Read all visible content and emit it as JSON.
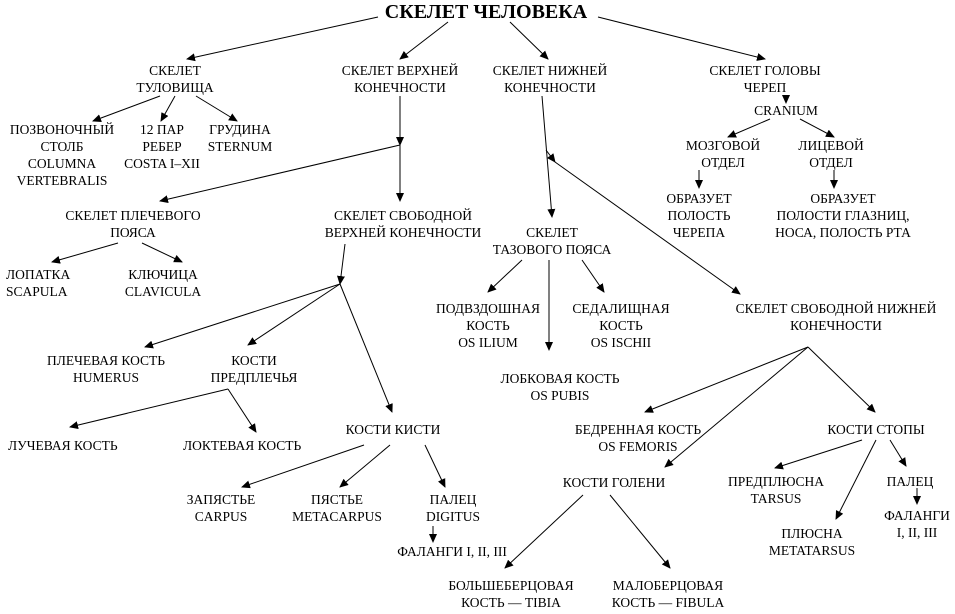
{
  "title": "СКЕЛЕТ ЧЕЛОВЕКА",
  "nodes": {
    "trunk": [
      "СКЕЛЕТ",
      "ТУЛОВИЩА"
    ],
    "spine": [
      "ПОЗВОНОЧНЫЙ",
      "СТОЛБ",
      "COLUMNA",
      "VERTEBRALIS"
    ],
    "ribs": [
      "12 ПАР",
      "РЕБЕР",
      "COSTA I–XII"
    ],
    "sternum": [
      "ГРУДИНА",
      "STERNUM"
    ],
    "upper": [
      "СКЕЛЕТ ВЕРХНЕЙ",
      "КОНЕЧНОСТИ"
    ],
    "shoulder_girdle": [
      "СКЕЛЕТ ПЛЕЧЕВОГО",
      "ПОЯСА"
    ],
    "scapula": [
      "ЛОПАТКА",
      "SCAPULA"
    ],
    "clavicle": [
      "КЛЮЧИЦА",
      "CLAVICULA"
    ],
    "free_upper": [
      "СКЕЛЕТ СВОБОДНОЙ",
      "ВЕРХНЕЙ КОНЕЧНОСТИ"
    ],
    "humerus": [
      "ПЛЕЧЕВАЯ КОСТЬ",
      "HUMERUS"
    ],
    "forearm": [
      "КОСТИ",
      "ПРЕДПЛЕЧЬЯ"
    ],
    "radius": [
      "ЛУЧЕВАЯ КОСТЬ"
    ],
    "ulna": [
      "ЛОКТЕВАЯ КОСТЬ"
    ],
    "hand": [
      "КОСТИ КИСТИ"
    ],
    "carpus": [
      "ЗАПЯСТЬЕ",
      "CARPUS"
    ],
    "metacarpus": [
      "ПЯСТЬЕ",
      "METACARPUS"
    ],
    "digitus": [
      "ПАЛЕЦ",
      "DIGITUS"
    ],
    "hand_phalanges": [
      "ФАЛАНГИ I, II, III"
    ],
    "lower": [
      "СКЕЛЕТ НИЖНЕЙ",
      "КОНЕЧНОСТИ"
    ],
    "pelvic": [
      "СКЕЛЕТ",
      "ТАЗОВОГО ПОЯСА"
    ],
    "ilium": [
      "ПОДВЗДОШНАЯ",
      "КОСТЬ",
      "OS ILIUM"
    ],
    "ischii": [
      "СЕДАЛИЩНАЯ",
      "КОСТЬ",
      "OS ISCHII"
    ],
    "pubis": [
      "ЛОБКОВАЯ КОСТЬ",
      "OS PUBIS"
    ],
    "free_lower": [
      "СКЕЛЕТ СВОБОДНОЙ НИЖНЕЙ",
      "КОНЕЧНОСТИ"
    ],
    "femur": [
      "БЕДРЕННАЯ КОСТЬ",
      "OS FEMORIS"
    ],
    "shin": [
      "КОСТИ ГОЛЕНИ"
    ],
    "tibia": [
      "БОЛЬШЕБЕРЦОВАЯ",
      "КОСТЬ — TIBIA"
    ],
    "fibula": [
      "МАЛОБЕРЦОВАЯ",
      "КОСТЬ — FIBULA"
    ],
    "foot": [
      "КОСТИ СТОПЫ"
    ],
    "tarsus": [
      "ПРЕДПЛЮСНА",
      "TARSUS"
    ],
    "metatarsus": [
      "ПЛЮСНА",
      "METATARSUS"
    ],
    "toe": [
      "ПАЛЕЦ"
    ],
    "foot_phalanges": [
      "ФАЛАНГИ",
      "I, II, III"
    ],
    "head": [
      "СКЕЛЕТ ГОЛОВЫ",
      "ЧЕРЕП"
    ],
    "cranium": [
      "CRANIUM"
    ],
    "brain": [
      "МОЗГОВОЙ",
      "ОТДЕЛ"
    ],
    "facial": [
      "ЛИЦЕВОЙ",
      "ОТДЕЛ"
    ],
    "brain_forms": [
      "ОБРАЗУЕТ",
      "ПОЛОСТЬ",
      "ЧЕРЕПА"
    ],
    "facial_forms": [
      "ОБРАЗУЕТ",
      "ПОЛОСТИ ГЛАЗНИЦ,",
      "НОСА, ПОЛОСТЬ РТА"
    ]
  }
}
